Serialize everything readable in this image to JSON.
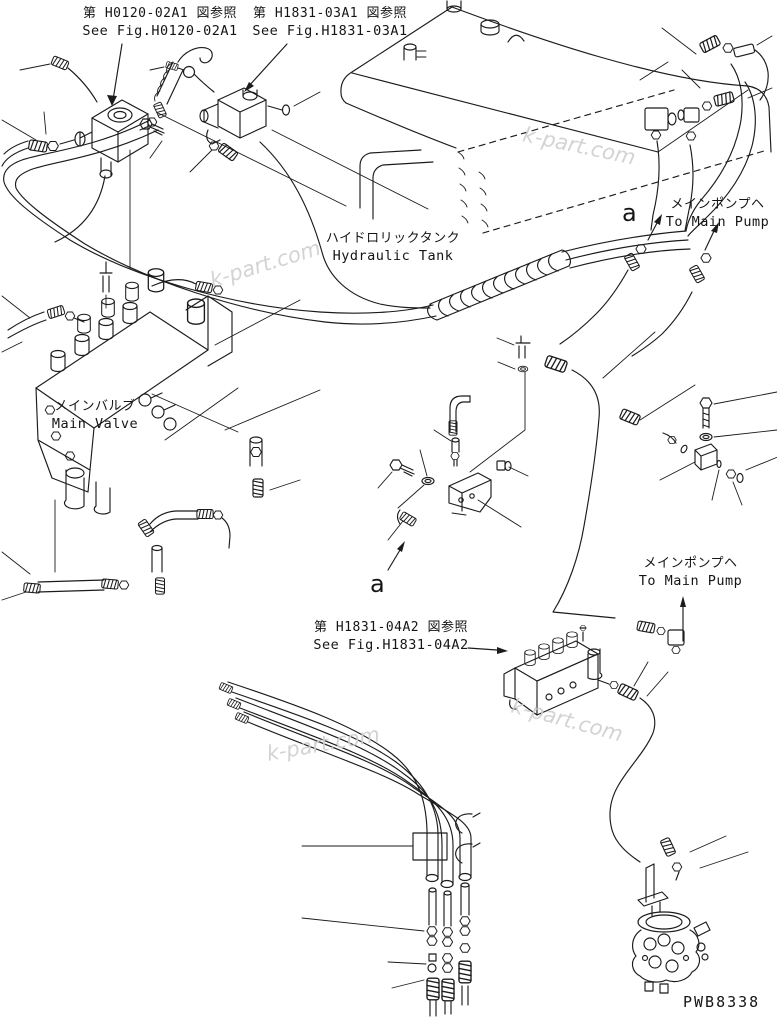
{
  "colors": {
    "line": "#1b1b1b",
    "background": "#ffffff",
    "watermark": "#cfcfcf"
  },
  "labels": {
    "ref_h0120": {
      "jp": "第 H0120-02A1 図参照",
      "en": "See Fig.H0120-02A1"
    },
    "ref_h1831_03": {
      "jp": "第 H1831-03A1 図参照",
      "en": "See Fig.H1831-03A1"
    },
    "ref_h1831_04": {
      "jp": "第 H1831-04A2 図参照",
      "en": "See Fig.H1831-04A2"
    },
    "hydraulic_tank": {
      "jp": "ハイドロリックタンク",
      "en": "Hydraulic Tank"
    },
    "main_valve": {
      "jp": "メインバルブ",
      "en": "Main Valve"
    },
    "to_main_pump_upper": {
      "jp": "メインポンプヘ",
      "en": "To Main Pump"
    },
    "to_main_pump_lower": {
      "jp": "メインポンプヘ",
      "en": "To Main Pump"
    },
    "detail_a_upper": "a",
    "detail_a_lower": "a",
    "part_number": "PWB8338"
  },
  "watermark": {
    "text": "k-part.com"
  }
}
